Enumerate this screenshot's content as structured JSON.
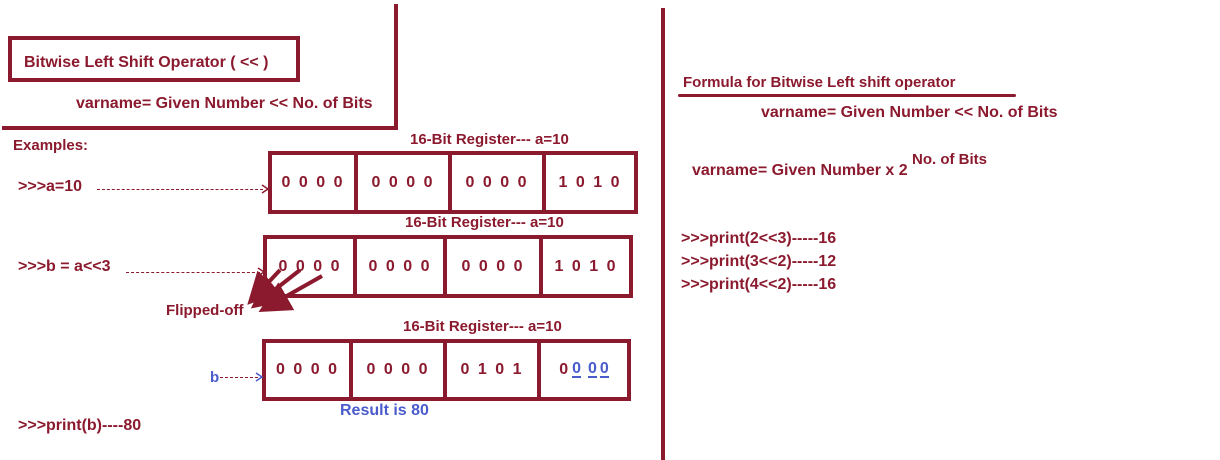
{
  "left": {
    "title": "Bitwise Left Shift Operator ( << )",
    "syntax": "varname= Given Number << No. of Bits",
    "examples_label": "Examples:",
    "assign_a": ">>>a=10",
    "assign_b": ">>>b = a<<3",
    "flipped_label": "Flipped-off",
    "b_label": "b",
    "print_b": ">>>print(b)----80",
    "result_label": "Result is 80",
    "registers": [
      {
        "label": "16-Bit Register---  a=10",
        "cells": [
          "0 0 0 0",
          "0 0 0 0",
          "0  0 0 0",
          "1 0 1 0"
        ]
      },
      {
        "label": "16-Bit Register---  a=10",
        "cells": [
          "0 0 0 0",
          "0 0 0 0",
          "0  0 0 0",
          "1 0 1 0"
        ]
      },
      {
        "label": "16-Bit Register---  a=10",
        "cells": [
          "0 0 0 0",
          "0 0 0 0",
          "0  1 0 1",
          "0",
          "0",
          "0",
          "0"
        ]
      }
    ]
  },
  "right": {
    "formula_title": "Formula for Bitwise Left shift operator",
    "formula_1": "varname= Given Number << No. of Bits",
    "formula_2": "varname=  Given Number x 2",
    "formula_2_exponent": "No. of Bits",
    "examples": [
      ">>>print(2<<3)-----16",
      ">>>print(3<<2)-----12",
      ">>>print(4<<2)-----16"
    ]
  },
  "colors": {
    "maroon": "#8b1a2e",
    "blue": "#4a5ccc"
  }
}
